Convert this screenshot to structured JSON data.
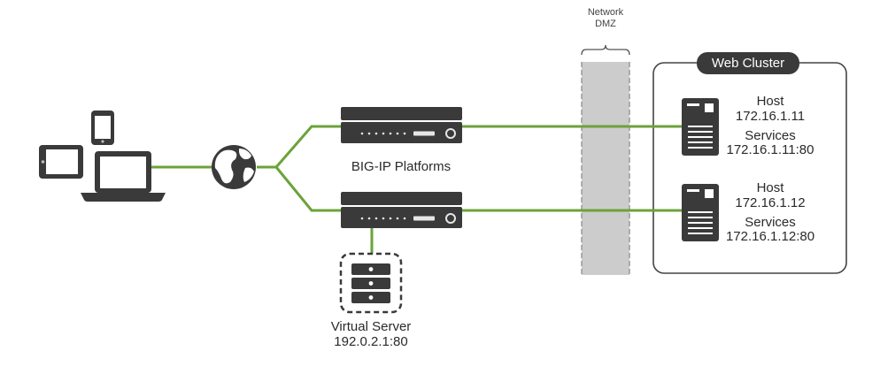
{
  "dmz": {
    "line1": "Network",
    "line2": "DMZ"
  },
  "bigip": {
    "label": "BIG-IP Platforms"
  },
  "virtual_server": {
    "label": "Virtual Server",
    "address": "192.0.2.1:80"
  },
  "web_cluster": {
    "title": "Web Cluster",
    "hosts": [
      {
        "host_label": "Host",
        "host_ip": "172.16.1.11",
        "services_label": "Services",
        "services_addr": "172.16.1.11:80"
      },
      {
        "host_label": "Host",
        "host_ip": "172.16.1.12",
        "services_label": "Services",
        "services_addr": "172.16.1.12:80"
      }
    ]
  },
  "colors": {
    "link": "#6ba33a",
    "device": "#3a3a3a",
    "dmz": "#cccccc"
  },
  "icons": [
    "tablet-icon",
    "phone-icon",
    "laptop-icon",
    "globe-icon",
    "bigip-appliance-icon",
    "virtual-server-icon",
    "server-icon"
  ]
}
